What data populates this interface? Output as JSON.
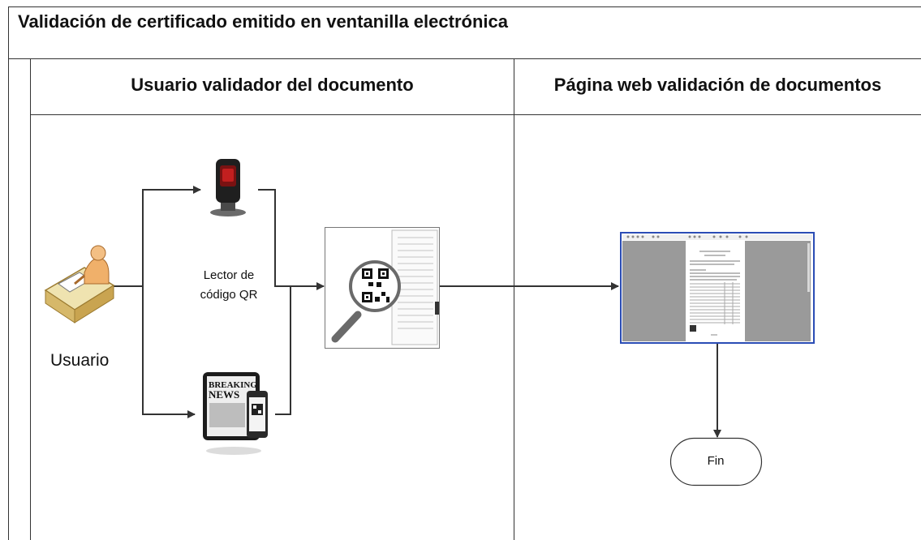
{
  "diagram": {
    "title": "Validación de certificado emitido en ventanilla electrónica",
    "lanes": [
      {
        "title": "Usuario validador del documento"
      },
      {
        "title": "Página web validación de documentos"
      }
    ],
    "nodes": {
      "user_label": "Usuario",
      "scanner_caption_line1": "Lector de",
      "scanner_caption_line2": "código QR",
      "tablet_headline_line1": "BREAKING",
      "tablet_headline_line2": "NEWS",
      "end_label": "Fin"
    },
    "colors": {
      "border": "#333333",
      "arrow": "#333333",
      "page_frame": "#2b4db5",
      "viewer_gray": "#9a9a9a",
      "figure_orange": "#e2a862"
    }
  }
}
